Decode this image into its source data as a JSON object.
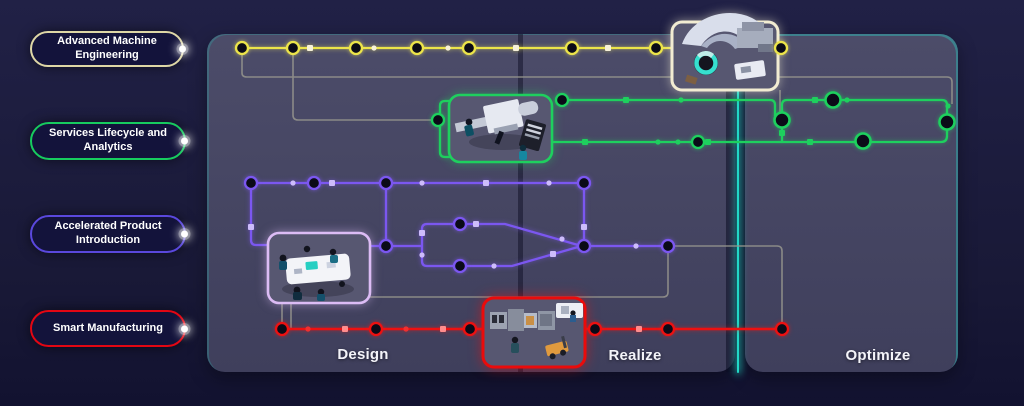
{
  "sidebar": {
    "items": [
      {
        "id": "ame",
        "label": "Advanced Machine Engineering",
        "color": "#ded7a6"
      },
      {
        "id": "sla",
        "label": "Services Lifecycle and Analytics",
        "color": "#17cb5f"
      },
      {
        "id": "api",
        "label": "Accelerated Product Introduction",
        "color": "#5a48dd"
      },
      {
        "id": "sm",
        "label": "Smart Manufacturing",
        "color": "#e30613"
      }
    ]
  },
  "phases": [
    {
      "label": "Design"
    },
    {
      "label": "Realize"
    },
    {
      "label": "Optimize"
    }
  ],
  "colors": {
    "background": "#1b1b3a",
    "panel": "#45455f",
    "divider": "#22d8c7",
    "connector": "#97968e",
    "node_fill": "#0b0b18",
    "card_fill": "#575771",
    "ame_track": "#ece44a",
    "ame_marker": "#f6f1d9",
    "ame_card_border": "#f2ecd2",
    "sla_track": "#1ed05e",
    "sla_marker": "#1ed05e",
    "sla_card_border": "#1ed05e",
    "api_track": "#7b57f0",
    "api_marker": "#cdbcfb",
    "api_card_border": "#dcbcf5",
    "sm_track": "#ed1111",
    "sm_marker": "#ff8d8d",
    "sm_card_border": "#ea0b0b"
  }
}
